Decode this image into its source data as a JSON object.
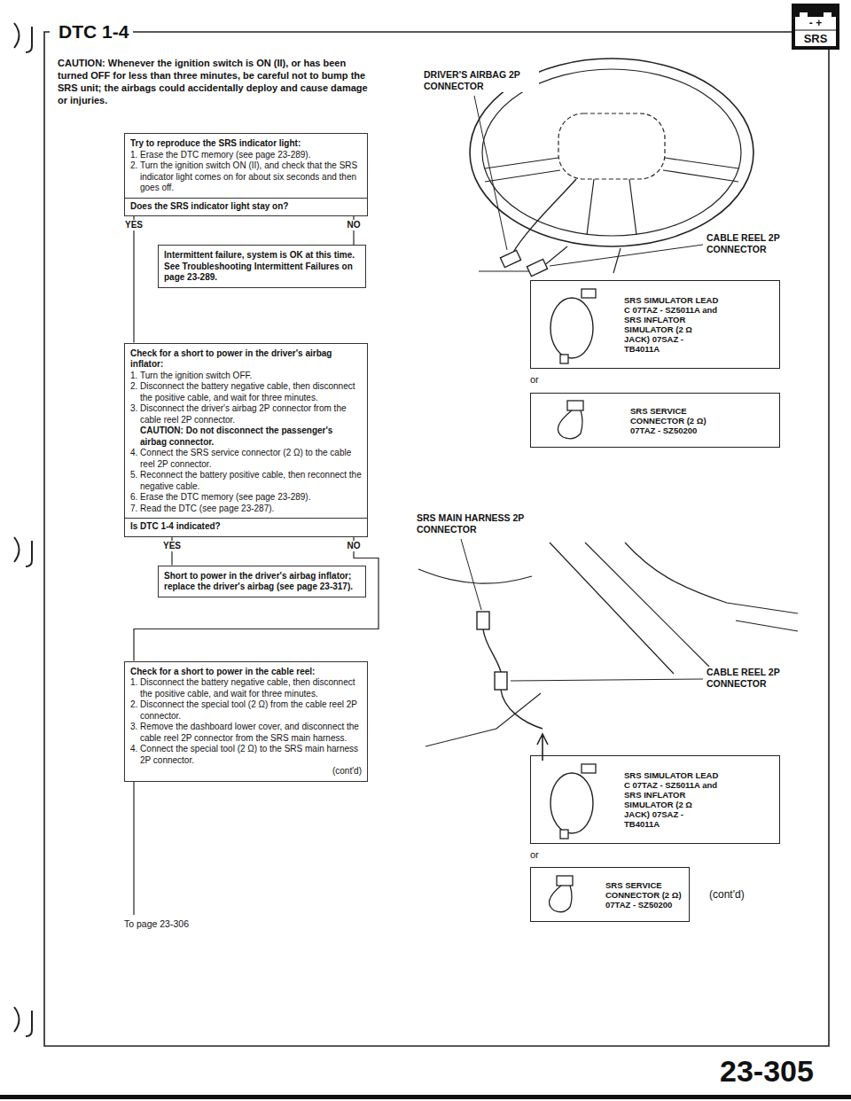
{
  "diagram": {
    "title": "DTC 1-4",
    "nodes": [
      {
        "text": [
          "Try to reproduce the SRS indicator light:",
          "1. Erase the DTC memory (see page 23-289).",
          "2. Turn the ignition switch ON (II), and check that the SRS indicator light comes on for about six seconds and then goes off.",
          "Does the SRS indicator light stay on?"
        ]
      },
      {
        "text": [
          "Intermittent failure, system is OK at this time. See Troubleshooting Intermittent Failures on page 23-289."
        ]
      },
      {
        "text": [
          "Check for a short to power in the driver's airbag inflator:",
          "1. Turn the ignition switch OFF.",
          "2. Disconnect the battery negative cable, then disconnect the positive cable, and wait for three minutes.",
          "3. Disconnect the driver's airbag 2P connector from the cable reel 2P connector.",
          "CAUTION: Do not disconnect the passenger's airbag connector.",
          "4. Connect the SRS service connector (2 Ω) to the cable reel 2P connector.",
          "5. Reconnect the battery positive cable, then reconnect the negative cable.",
          "6. Erase the DTC memory (see page 23-289).",
          "7. Read the DTC (see page 23-287).",
          "Is DTC 1-4 indicated?"
        ]
      },
      {
        "text": [
          "Short to power in the driver's airbag inflator; replace the driver's airbag (see page 23-317)."
        ]
      },
      {
        "text": [
          "Check for a short to power in the cable reel:",
          "1. Disconnect the battery negative cable, then disconnect the positive cable, and wait for three minutes.",
          "2. Disconnect the special tool (2 Ω) from the cable reel 2P connector.",
          "3. Remove the dashboard lower cover, and disconnect the cable reel 2P connector from the SRS main harness.",
          "4. Connect the special tool (2 Ω) to the SRS main harness 2P connector.",
          "(cont'd)"
        ]
      },
      {
        "text": [
          "SRS SIMULATOR LEAD C 07TAZ - SZ5011A and SRS INFLATOR SIMULATOR (2 Ω JACK) 07SAZ - TB4011A"
        ]
      },
      {
        "text": [
          "SRS SERVICE CONNECTOR (2 Ω) 07TAZ - SZ50200"
        ]
      },
      {
        "text": [
          "SRS SIMULATOR LEAD C 07TAZ - SZ5011A and SRS INFLATOR SIMULATOR (2 Ω JACK) 07SAZ - TB4011A"
        ]
      },
      {
        "text": [
          "SRS SERVICE CONNECTOR (2 Ω) 07TAZ - SZ50200"
        ]
      }
    ],
    "edges": [
      {
        "from": 0,
        "to": 2,
        "label": "YES",
        "arrow": "none"
      },
      {
        "from": 0,
        "to": 1,
        "label": "NO",
        "arrow": "none"
      },
      {
        "from": 2,
        "to": 3,
        "label": "YES",
        "arrow": "none"
      },
      {
        "from": 2,
        "to": 4,
        "label": "NO",
        "arrow": "none"
      }
    ],
    "labels": [
      "CAUTION: Whenever the ignition switch is ON (II), or has been turned OFF for less than three minutes, be careful not to bump the SRS unit; the airbags could accidentally deploy and cause damage or injuries.",
      "- +",
      "SRS",
      "DRIVER'S AIRBAG 2P CONNECTOR",
      "CABLE REEL 2P CONNECTOR",
      "or",
      "SRS MAIN HARNESS 2P CONNECTOR",
      "CABLE REEL 2P CONNECTOR",
      "or",
      "(cont'd)",
      "To page 23-306",
      "23-305"
    ]
  }
}
